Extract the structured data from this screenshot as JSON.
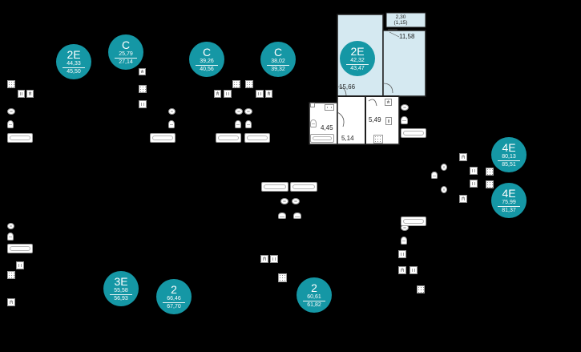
{
  "colors": {
    "badge": "#1597a5",
    "room_fill": "#d5e9f1",
    "wall": "#1e1e1e",
    "background": "#000000"
  },
  "badges": [
    {
      "type": "2E",
      "area_total": "44,33",
      "area_full": "45,50"
    },
    {
      "type": "C",
      "area_total": "25,79",
      "area_full": "27,14"
    },
    {
      "type": "C",
      "area_total": "39,26",
      "area_full": "40,56"
    },
    {
      "type": "C",
      "area_total": "38,02",
      "area_full": "39,32"
    },
    {
      "type": "2E",
      "area_total": "42,32",
      "area_full": "43,47"
    },
    {
      "type": "4E",
      "area_total": "80,13",
      "area_full": "85,51"
    },
    {
      "type": "4E",
      "area_total": "75,99",
      "area_full": "81,37"
    },
    {
      "type": "3E",
      "area_total": "55,58",
      "area_full": "56,93"
    },
    {
      "type": "2",
      "area_total": "66,46",
      "area_full": "67,70"
    },
    {
      "type": "2",
      "area_total": "60,61",
      "area_full": "61,82"
    }
  ],
  "rooms": {
    "balcony": "2,30",
    "balcony_reduced": "(1,15)",
    "bedroom": "11,58",
    "living": "15,66",
    "bath": "4,45",
    "hall": "5,14",
    "wc": "5,49"
  }
}
